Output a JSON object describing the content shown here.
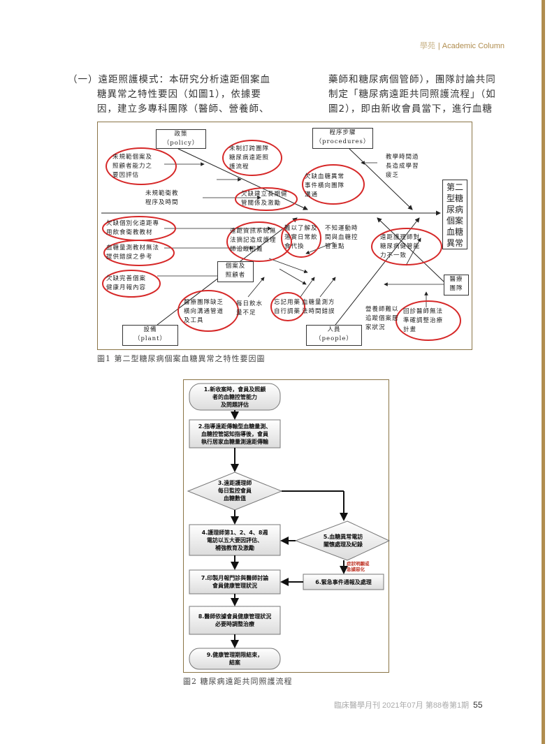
{
  "header": {
    "zh": "學苑",
    "en": "| Academic Column"
  },
  "intro": {
    "left": [
      "（一）遠距照護模式：本研究分析遠距個案血",
      "糖異常之特性要因（如圖1），依據要",
      "因，建立多專科團隊（醫師、營養師、"
    ],
    "right": [
      "藥師和糖尿病個管師），團隊討論共同",
      "制定「糖尿病遠距共同照護流程」（如",
      "圖2），即由新收會員當下，進行血糖"
    ]
  },
  "figure1": {
    "caption": "圖1 第二型糖尿病個案血糖異常之特性要因圖",
    "categories": {
      "policy": [
        "政策",
        "（policy）"
      ],
      "procedures": [
        "程序步驟",
        "（procedures）"
      ],
      "patients": [
        "個案及",
        "照顧者"
      ],
      "plant": [
        "設備",
        "（plant）"
      ],
      "people": [
        "人員",
        "（people）"
      ],
      "medical": [
        "醫療",
        "團隊"
      ]
    },
    "effect": [
      "第二",
      "型糖",
      "尿病",
      "個案",
      "血糖",
      "異常"
    ],
    "causes": {
      "c1": [
        "未規範個案及",
        "照顧者能力之",
        "要因評估"
      ],
      "c2": [
        "未制訂跨團隊",
        "糖尿病遠距照",
        "護流程"
      ],
      "c3": [
        "未規範衛教",
        "程序及時間"
      ],
      "c4": [
        "欠缺建立長期健",
        "管關係及激勵"
      ],
      "c5": [
        "欠缺血糖異常",
        "事件橫向團隊",
        "溝通"
      ],
      "c6": [
        "教學時間過",
        "長造成學習",
        "疲乏"
      ],
      "c7": [
        "欠缺個別化遠距專",
        "用飲食衛教教材"
      ],
      "c8": [
        "血糖量測教材無法",
        "提供錯誤之參考"
      ],
      "c9": [
        "欠缺完善個案",
        "健康月報內容"
      ],
      "c10": [
        "遠距資訊系統無",
        "法摘記造成護理",
        "師追蹤困難"
      ],
      "c11": [
        "難以了解及",
        "落實日常飲",
        "食代換"
      ],
      "c12": [
        "不知運動時",
        "間與血糖控",
        "管重點"
      ],
      "c13": [
        "遠距護理師對",
        "糖尿病健管能",
        "力不一致"
      ],
      "c14": [
        "醫療團隊缺乏",
        "橫向溝通管道",
        "及工具"
      ],
      "c15": [
        "每日飲水",
        "量不足"
      ],
      "c16": [
        "忘記用藥",
        "自行調藥"
      ],
      "c17": [
        "血糖量測方",
        "法時間錯誤"
      ],
      "c18": [
        "營養師難以",
        "追蹤個案居",
        "家狀況"
      ],
      "c19": [
        "回診醫師無法",
        "準確調整治療",
        "計畫"
      ]
    }
  },
  "figure2": {
    "caption": "圖2 糖尿病遠距共同照護流程",
    "steps": {
      "s1": [
        "1.新收案時，會員及照顧",
        "者的血糖控管能力",
        "及問題評估"
      ],
      "s2": [
        "2.指導遠距傳輸型血糖量測、",
        "血糖控管認知指導後，會員",
        "執行居家血糖量測遠距傳輸"
      ],
      "s3": [
        "3.遠距護理師",
        "每日監控會員",
        "血糖數值"
      ],
      "s4": [
        "4.護理師第1、2、4、8週",
        "電訪以五大要因評估、",
        "補強教育及激勵"
      ],
      "s5": [
        "5.血糖異常電訪",
        "關懷處理及紀錄"
      ],
      "s5note": [
        "症狀明顯或",
        "急據惡化"
      ],
      "s6": [
        "6.緊急事件通報及處理"
      ],
      "s7": [
        "7.印製月報門診與醫師討論",
        "會員健康管理狀況"
      ],
      "s8": [
        "8.醫師依據會員健康管理狀況",
        "必要時調整治療"
      ],
      "s9": [
        "9.健康管理期限結束，",
        "結案"
      ]
    }
  },
  "footer": {
    "journal": "臨床醫學月刊 2021年07月 第88卷第1期",
    "page": "55"
  }
}
